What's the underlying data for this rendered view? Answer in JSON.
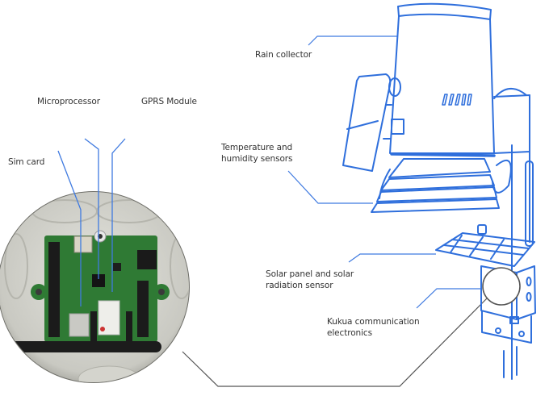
{
  "title": "Kukua weather station components",
  "colors": {
    "accent": "#2f6fdc",
    "leader_line": "#3f7ae0",
    "connector_line": "#555555",
    "label_text": "#333333",
    "pcb_green": "#2f7a34",
    "enclosure_grey": "#cfcfc8"
  },
  "labels": {
    "microprocessor": "Microprocessor",
    "gprs_module": "GPRS Module",
    "sim_card": "Sim card",
    "rain_collector": "Rain collector",
    "temp_humidity_line1": "Temperature and",
    "temp_humidity_line2": "humidity sensors",
    "solar_line1": "Solar panel and solar",
    "solar_line2": "radiation sensor",
    "comm_line1": "Kukua communication",
    "comm_line2": "electronics"
  },
  "icons": {
    "station": "weather-station-outline",
    "board": "electronics-board-photo",
    "magnifier": "zoom-circle"
  }
}
